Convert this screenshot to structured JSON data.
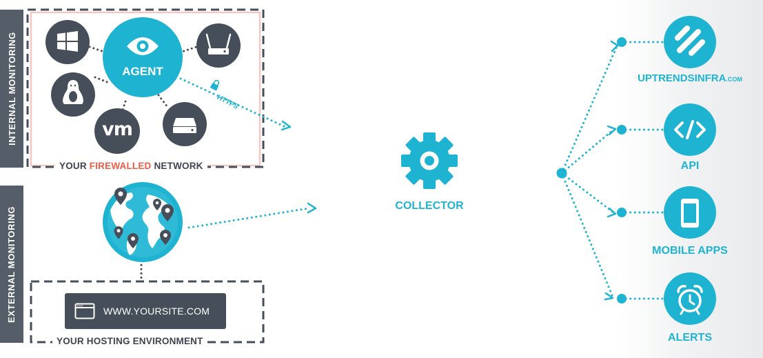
{
  "sections": {
    "internal_label": "INTERNAL MONITORING",
    "external_label": "EXTERNAL MONITORING"
  },
  "internal": {
    "agent_label": "AGENT",
    "https_label": "HTTPS",
    "network_caption_prefix": "YOUR ",
    "network_caption_highlight": "FIREWALLED",
    "network_caption_suffix": " NETWORK",
    "vm_text": "vm"
  },
  "external": {
    "site_url": "WWW.YOURSITE.COM",
    "hosting_caption": "YOUR HOSTING ENVIRONMENT"
  },
  "collector": {
    "label": "COLLECTOR"
  },
  "outputs": [
    {
      "label": "UPTRENDSINFRA",
      "suffix": ".COM",
      "icon": "uptrends-logo-icon"
    },
    {
      "label": "API",
      "icon": "code-icon"
    },
    {
      "label": "MOBILE APPS",
      "icon": "smartphone-icon"
    },
    {
      "label": "ALERTS",
      "icon": "alarm-clock-icon"
    }
  ],
  "colors": {
    "accent": "#1fb3d2",
    "dark": "#464e59",
    "highlight": "#ef5a45",
    "firewall_border": "#f2c8c4"
  }
}
